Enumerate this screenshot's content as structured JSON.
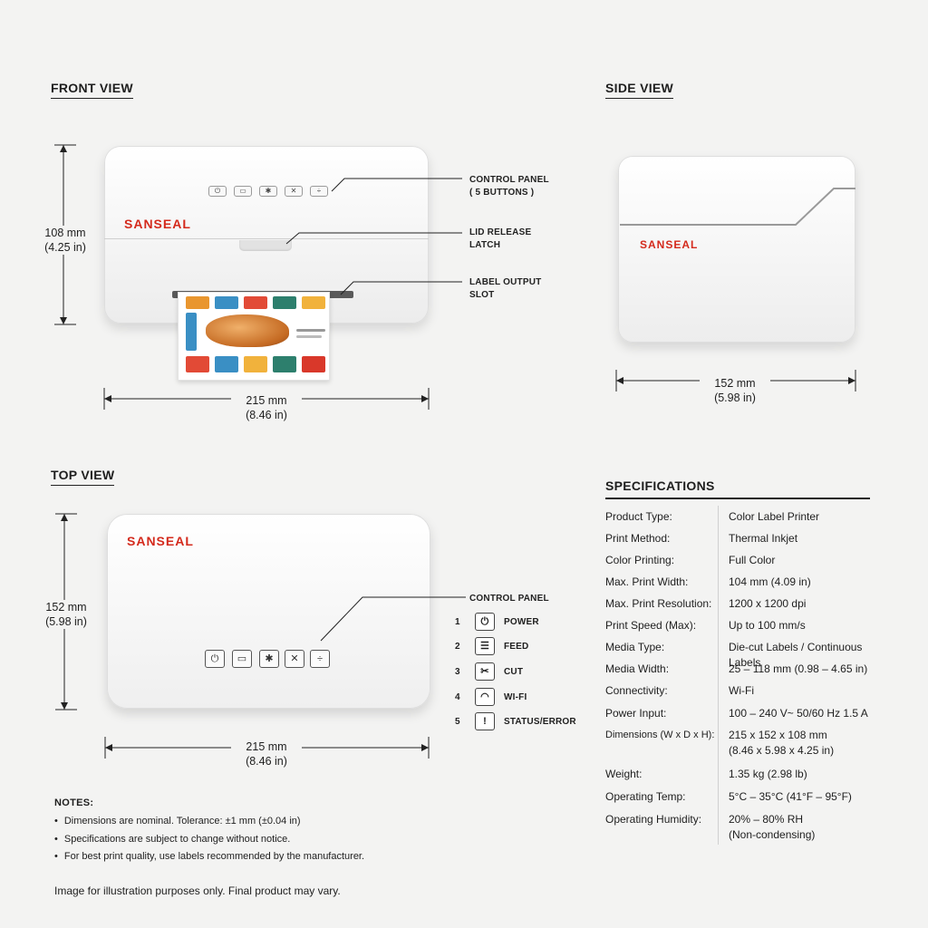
{
  "brand": {
    "name": "SANSEAL",
    "color": "#d42a1c"
  },
  "front_view": {
    "title": "FRONT VIEW",
    "height_mm": "108 mm",
    "height_in": "(4.25 in)",
    "width_mm": "215 mm",
    "width_in": "(8.46 in)",
    "callouts": {
      "control_panel_1": "CONTROL PANEL",
      "control_panel_2": "( 5 BUTTONS )",
      "lid_1": "LID RELEASE",
      "lid_2": "LATCH",
      "slot_1": "LABEL OUTPUT",
      "slot_2": "SLOT"
    },
    "button_glyphs": [
      "⏻",
      "▭",
      "✱",
      "✕",
      "÷"
    ]
  },
  "side_view": {
    "title": "SIDE VIEW",
    "depth_mm": "152 mm",
    "depth_in": "(5.98 in)"
  },
  "top_view": {
    "title": "TOP VIEW",
    "depth_mm": "152 mm",
    "depth_in": "(5.98 in)",
    "width_mm": "215 mm",
    "width_in": "(8.46 in)",
    "control_panel_title": "CONTROL PANEL",
    "buttons": [
      {
        "num": "1",
        "icon": "power-icon",
        "glyph": "⏻",
        "label": "POWER"
      },
      {
        "num": "2",
        "icon": "feed-icon",
        "glyph": "☰",
        "label": "FEED"
      },
      {
        "num": "3",
        "icon": "cut-icon",
        "glyph": "✂",
        "label": "CUT"
      },
      {
        "num": "4",
        "icon": "wifi-icon",
        "glyph": "◠",
        "label": "WI-FI"
      },
      {
        "num": "5",
        "icon": "status-icon",
        "glyph": "!",
        "label": "STATUS/ERROR"
      }
    ],
    "panel_glyphs": [
      "⏻",
      "▭",
      "✱",
      "✕",
      "÷"
    ]
  },
  "specifications": {
    "title": "SPECIFICATIONS",
    "rows": [
      {
        "label": "Product Type:",
        "value": "Color Label Printer"
      },
      {
        "label": "Print Method:",
        "value": "Thermal Inkjet"
      },
      {
        "label": "Color Printing:",
        "value": "Full Color"
      },
      {
        "label": "Max. Print Width:",
        "value": "104 mm (4.09 in)"
      },
      {
        "label": "Max. Print Resolution:",
        "value": "1200 x 1200 dpi"
      },
      {
        "label": "Print Speed (Max):",
        "value": "Up to 100 mm/s"
      },
      {
        "label": "Media Type:",
        "value": "Die-cut Labels / Continuous Labels"
      },
      {
        "label": "Media Width:",
        "value": "25 – 118 mm (0.98 – 4.65 in)"
      },
      {
        "label": "Connectivity:",
        "value": "Wi-Fi"
      },
      {
        "label": "Power Input:",
        "value": "100 – 240 V~  50/60 Hz   1.5 A"
      },
      {
        "label": "Dimensions (W x D x H):",
        "value": "215 x 152 x 108 mm\n(8.46 x 5.98 x 4.25 in)"
      },
      {
        "label": "Weight:",
        "value": "1.35 kg (2.98 lb)"
      },
      {
        "label": "Operating Temp:",
        "value": "5°C – 35°C (41°F – 95°F)"
      },
      {
        "label": "Operating Humidity:",
        "value": "20% – 80% RH\n(Non-condensing)"
      }
    ]
  },
  "notes": {
    "title": "NOTES:",
    "items": [
      "Dimensions are nominal. Tolerance: ±1 mm (±0.04 in)",
      "Specifications are subject to change without notice.",
      "For best print quality, use labels recommended by the manufacturer."
    ],
    "disclaimer": "Image for illustration purposes only. Final product may vary."
  }
}
